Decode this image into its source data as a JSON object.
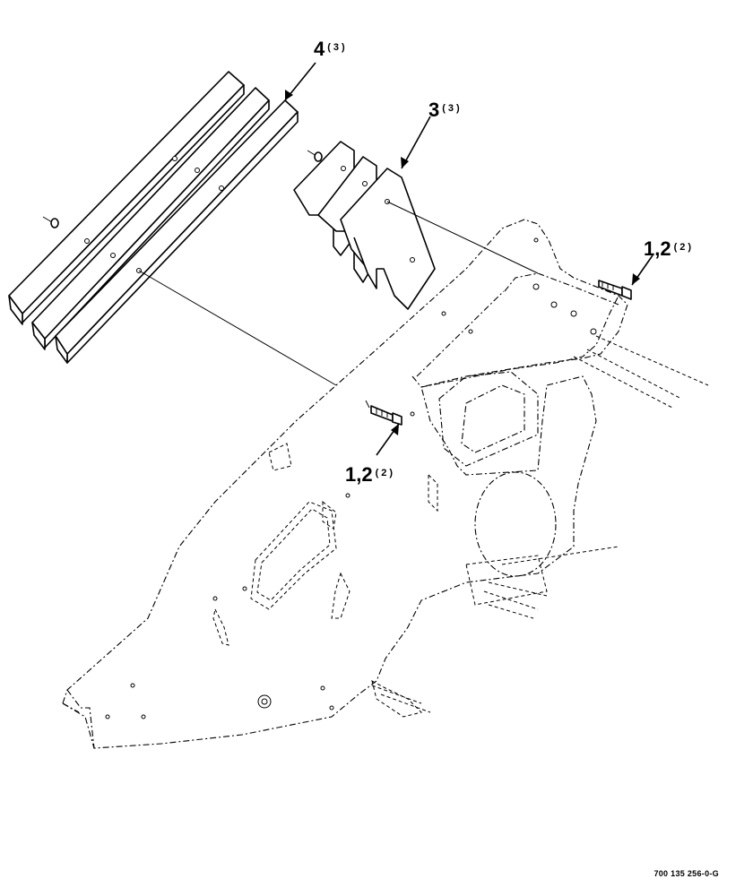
{
  "callouts": {
    "item4": {
      "number": "4",
      "qty": "(3)"
    },
    "item3": {
      "number": "3",
      "qty": "(3)"
    },
    "item12_right": {
      "number": "1,2",
      "qty": "(2)"
    },
    "item12_center": {
      "number": "1,2",
      "qty": "(2)"
    }
  },
  "drawing_number": "700 135 256-0-G"
}
